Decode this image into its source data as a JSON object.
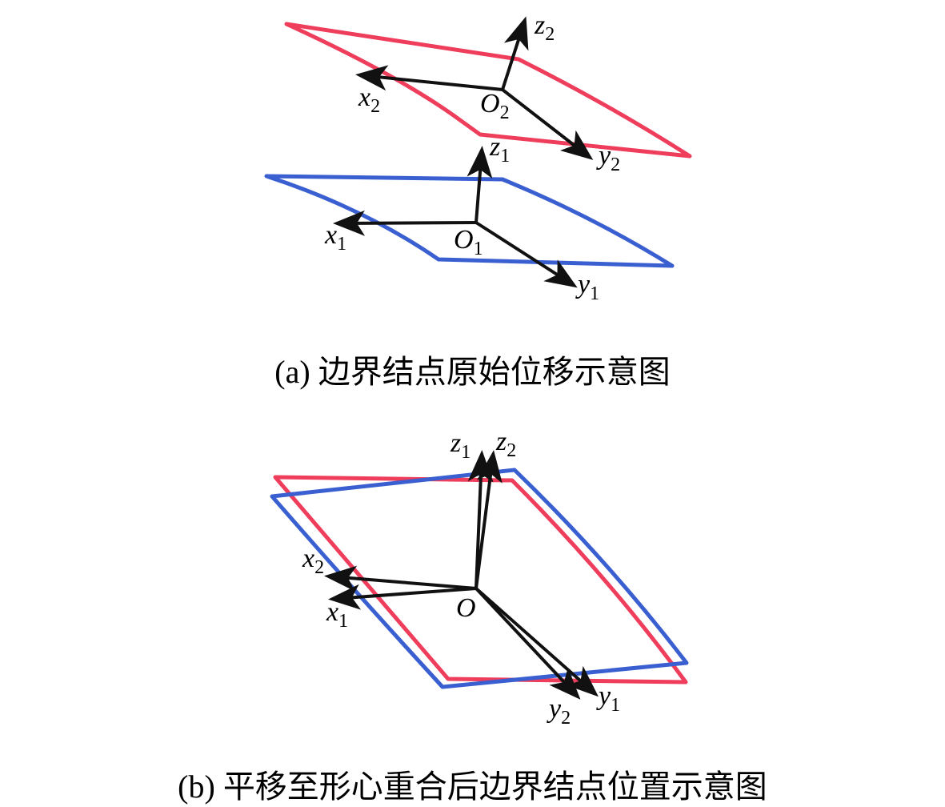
{
  "colors": {
    "plane_1": "#3a5fd0",
    "plane_2": "#ef3d5c",
    "axis": "#111111"
  },
  "figure_a": {
    "caption": "(a) 边界结点原始位移示意图",
    "plane_1_axes": {
      "x": {
        "letter": "x",
        "sub": "1"
      },
      "y": {
        "letter": "y",
        "sub": "1"
      },
      "z": {
        "letter": "z",
        "sub": "1"
      },
      "origin": {
        "letter": "O",
        "sub": "1"
      }
    },
    "plane_2_axes": {
      "x": {
        "letter": "x",
        "sub": "2"
      },
      "y": {
        "letter": "y",
        "sub": "2"
      },
      "z": {
        "letter": "z",
        "sub": "2"
      },
      "origin": {
        "letter": "O",
        "sub": "2"
      }
    }
  },
  "figure_b": {
    "caption": "(b) 平移至形心重合后边界结点位置示意图",
    "origin": "O",
    "axes": {
      "x1": {
        "letter": "x",
        "sub": "1"
      },
      "x2": {
        "letter": "x",
        "sub": "2"
      },
      "y1": {
        "letter": "y",
        "sub": "1"
      },
      "y2": {
        "letter": "y",
        "sub": "2"
      },
      "z1": {
        "letter": "z",
        "sub": "1"
      },
      "z2": {
        "letter": "z",
        "sub": "2"
      }
    }
  }
}
